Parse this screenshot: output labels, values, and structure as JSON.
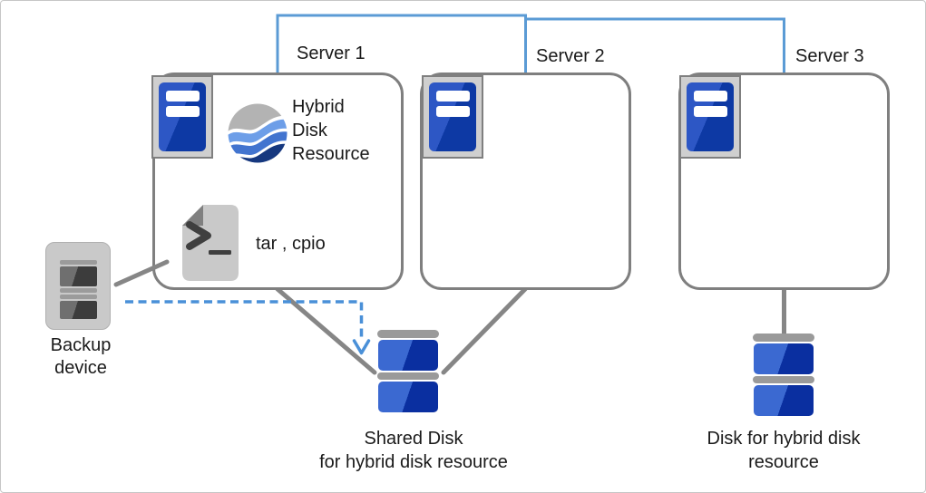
{
  "diagram": {
    "servers": [
      {
        "label": "Server 1"
      },
      {
        "label": "Server 2"
      },
      {
        "label": "Server 3"
      }
    ],
    "hybrid_disk_resource": {
      "lines": [
        "Hybrid",
        "Disk",
        "Resource"
      ]
    },
    "backup_commands_label": "tar , cpio",
    "backup_device": {
      "lines": [
        "Backup",
        "device"
      ]
    },
    "shared_disk": {
      "lines": [
        "Shared Disk",
        "for hybrid disk resource"
      ]
    },
    "hybrid_disk": {
      "lines": [
        "Disk for hybrid disk",
        "resource"
      ]
    },
    "icons": {
      "server_icon": "server-chassis",
      "hybrid_disk_resource_icon": "wave-sphere",
      "backup_commands_icon": "terminal-document",
      "backup_device_icon": "tape-drive",
      "shared_disk_icon": "disk-stack",
      "hybrid_disk_icon": "disk-stack",
      "arrow_icon": "dashed-down-arrow"
    },
    "colors": {
      "interconnect_blue": "#5b9bd5",
      "arrow_blue": "#4a90d8",
      "connector_gray": "#868686",
      "box_border_gray": "#7f7f7f",
      "server_blue_light": "#2d57c5",
      "server_blue_dark": "#0d39a4",
      "disk_blue_light": "#3b69d1",
      "disk_blue_dark": "#0a2fa0",
      "wave_gray": "#b3b3b3",
      "wave_light_blue": "#6d9ee8",
      "wave_mid_blue": "#4274cf",
      "wave_navy": "#16387f"
    }
  }
}
